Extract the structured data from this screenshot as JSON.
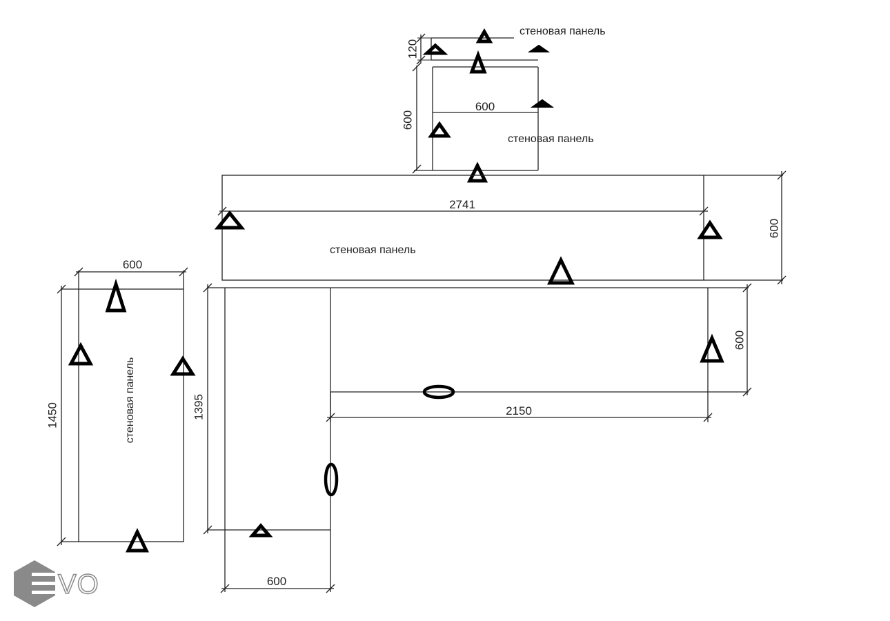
{
  "labels": {
    "wall_panel_top": "стеновая панель",
    "wall_panel_upper": "стеновая панель",
    "wall_panel_main": "стеновая панель",
    "wall_panel_left": "стеновая панель"
  },
  "dimensions": {
    "top_120": "120",
    "top_600_vertical": "600",
    "top_600_horizontal": "600",
    "main_2741": "2741",
    "main_600_right": "600",
    "left_600_top": "600",
    "left_1450": "1450",
    "l_1395": "1395",
    "l_600_right": "600",
    "l_2150": "2150",
    "l_600_bottom": "600"
  },
  "logo": {
    "text": "VO",
    "color": "#8a8a8a"
  }
}
